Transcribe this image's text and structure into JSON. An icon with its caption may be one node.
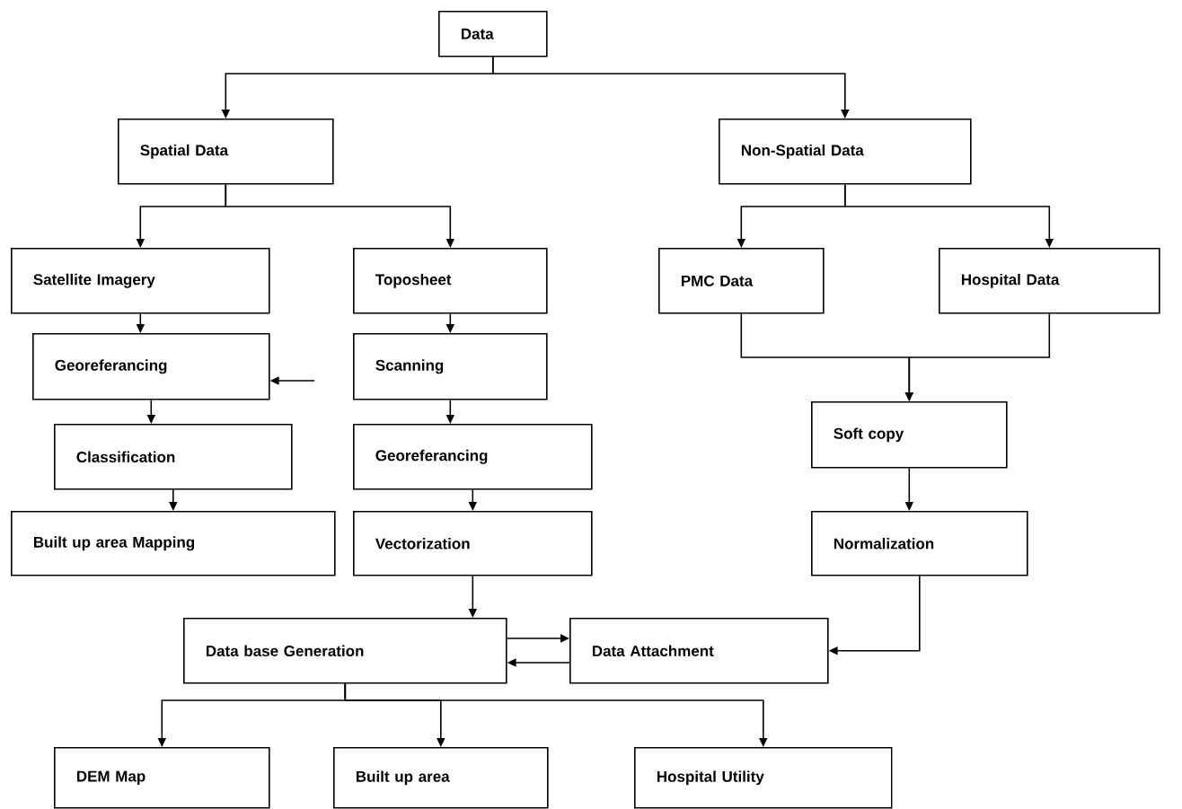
{
  "diagram": {
    "nodes": [
      {
        "text": [
          "Data"
        ]
      },
      {
        "text": [
          "Spatial Data"
        ]
      },
      {
        "text": [
          "Non-Spatial Data"
        ]
      },
      {
        "text": [
          "Satellite Imagery"
        ]
      },
      {
        "text": [
          "Toposheet"
        ]
      },
      {
        "text": [
          "PMC Data"
        ]
      },
      {
        "text": [
          "Hospital Data"
        ]
      },
      {
        "text": [
          "Georeferancing"
        ]
      },
      {
        "text": [
          "Scanning"
        ]
      },
      {
        "text": [
          "Soft copy"
        ]
      },
      {
        "text": [
          "Classification"
        ]
      },
      {
        "text": [
          "Georeferancing"
        ]
      },
      {
        "text": [
          "Built up area Mapping"
        ]
      },
      {
        "text": [
          "Vectorization"
        ]
      },
      {
        "text": [
          "Normalization"
        ]
      },
      {
        "text": [
          "Data base Generation"
        ]
      },
      {
        "text": [
          "Data Attachment"
        ]
      },
      {
        "text": [
          "DEM Map"
        ]
      },
      {
        "text": [
          "Built up area"
        ]
      },
      {
        "text": [
          "Hospital Utility"
        ]
      }
    ],
    "edges": [
      {
        "from": 0,
        "to": 1,
        "arrow": "to"
      },
      {
        "from": 0,
        "to": 2,
        "arrow": "to"
      },
      {
        "from": 1,
        "to": 3,
        "arrow": "to"
      },
      {
        "from": 1,
        "to": 4,
        "arrow": "to"
      },
      {
        "from": 2,
        "to": 5,
        "arrow": "to"
      },
      {
        "from": 2,
        "to": 6,
        "arrow": "to"
      },
      {
        "from": 3,
        "to": 7,
        "arrow": "to"
      },
      {
        "from": null,
        "to": 7,
        "arrow": "to"
      },
      {
        "from": 4,
        "to": 8,
        "arrow": "to"
      },
      {
        "from": 8,
        "to": 11,
        "arrow": "to"
      },
      {
        "from": 11,
        "to": 13,
        "arrow": "to"
      },
      {
        "from": 7,
        "to": 10,
        "arrow": "to"
      },
      {
        "from": 10,
        "to": 12,
        "arrow": "to"
      },
      {
        "from": 13,
        "to": 15,
        "arrow": "to"
      },
      {
        "from": 5,
        "to": 9,
        "arrow": "to"
      },
      {
        "from": 6,
        "to": 9,
        "arrow": "to"
      },
      {
        "from": 9,
        "to": 14,
        "arrow": "to"
      },
      {
        "from": 14,
        "to": 16,
        "arrow": "to"
      },
      {
        "from": 15,
        "to": 16,
        "arrow": "to"
      },
      {
        "from": 16,
        "to": 15,
        "arrow": "to"
      },
      {
        "from": 15,
        "to": 17,
        "arrow": "to"
      },
      {
        "from": 15,
        "to": 18,
        "arrow": "to"
      },
      {
        "from": 15,
        "to": 19,
        "arrow": "to"
      }
    ]
  }
}
